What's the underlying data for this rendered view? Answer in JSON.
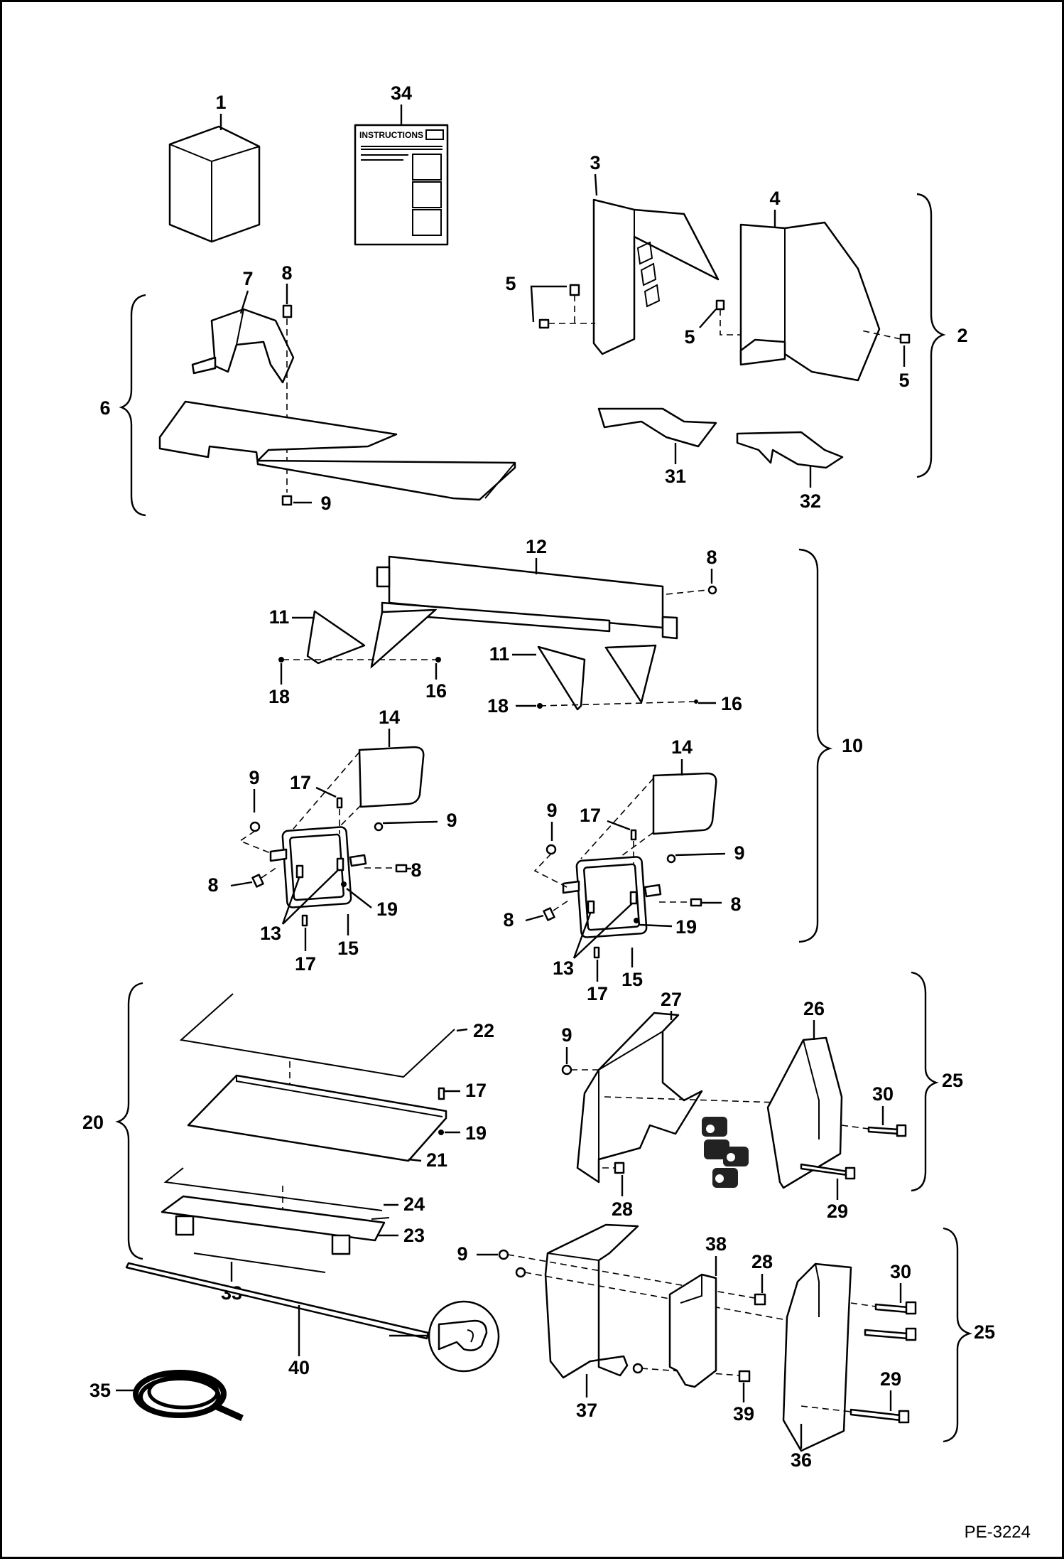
{
  "drawing_number": "PE-3224",
  "instructions_sheet_text": "INSTRUCTIONS",
  "callouts": {
    "c1": "1",
    "c2": "2",
    "c3": "3",
    "c4": "4",
    "c5a": "5",
    "c5b": "5",
    "c5c": "5",
    "c6": "6",
    "c7": "7",
    "c8a": "8",
    "c8b": "8",
    "c8c": "8",
    "c8d": "8",
    "c8e": "8",
    "c8f": "8",
    "c9a": "9",
    "c9b": "9",
    "c9c": "9",
    "c9d": "9",
    "c9e": "9",
    "c9f": "9",
    "c9g": "9",
    "c10": "10",
    "c11a": "11",
    "c11b": "11",
    "c12": "12",
    "c13a": "13",
    "c13b": "13",
    "c14a": "14",
    "c14b": "14",
    "c15a": "15",
    "c15b": "15",
    "c16a": "16",
    "c16b": "16",
    "c17a": "17",
    "c17b": "17",
    "c17c": "17",
    "c17d": "17",
    "c17e": "17",
    "c18a": "18",
    "c18b": "18",
    "c19a": "19",
    "c19b": "19",
    "c19c": "19",
    "c20": "20",
    "c21": "21",
    "c22": "22",
    "c23": "23",
    "c24": "24",
    "c25a": "25",
    "c25b": "25",
    "c26": "26",
    "c27": "27",
    "c28a": "28",
    "c28b": "28",
    "c29a": "29",
    "c29b": "29",
    "c30a": "30",
    "c30b": "30",
    "c31": "31",
    "c32": "32",
    "c33": "33",
    "c34": "34",
    "c35": "35",
    "c36": "36",
    "c37": "37",
    "c38": "38",
    "c39": "39",
    "c40": "40"
  }
}
